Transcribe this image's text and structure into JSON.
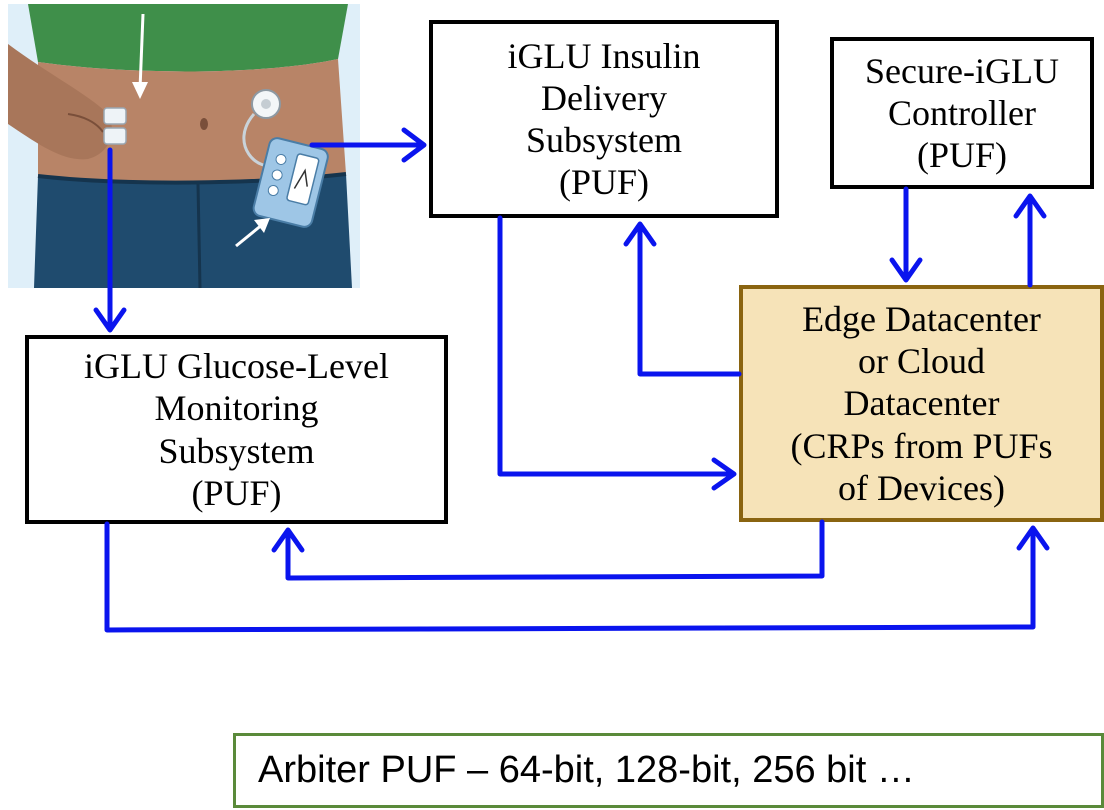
{
  "diagram": {
    "insulin_delivery": {
      "label": "iGLU Insulin\nDelivery\nSubsystem\n(PUF)"
    },
    "controller": {
      "label": "Secure-iGLU\nController\n(PUF)"
    },
    "glucose_monitoring": {
      "label": "iGLU Glucose-Level\nMonitoring\nSubsystem\n(PUF)"
    },
    "edge_datacenter": {
      "label": "Edge Datacenter\nor Cloud\nDatacenter\n(CRPs from PUFs\nof Devices)"
    },
    "note": {
      "text": "Arbiter PUF – 64-bit, 128-bit, 256 bit …"
    },
    "illustration": {
      "subject": "person wearing glucose sensor and insulin pump"
    },
    "colors": {
      "arrow": "#0a14ee",
      "edge_fill": "#f6e3b8",
      "edge_border": "#8a6410",
      "note_border": "#5a8a3a"
    }
  }
}
